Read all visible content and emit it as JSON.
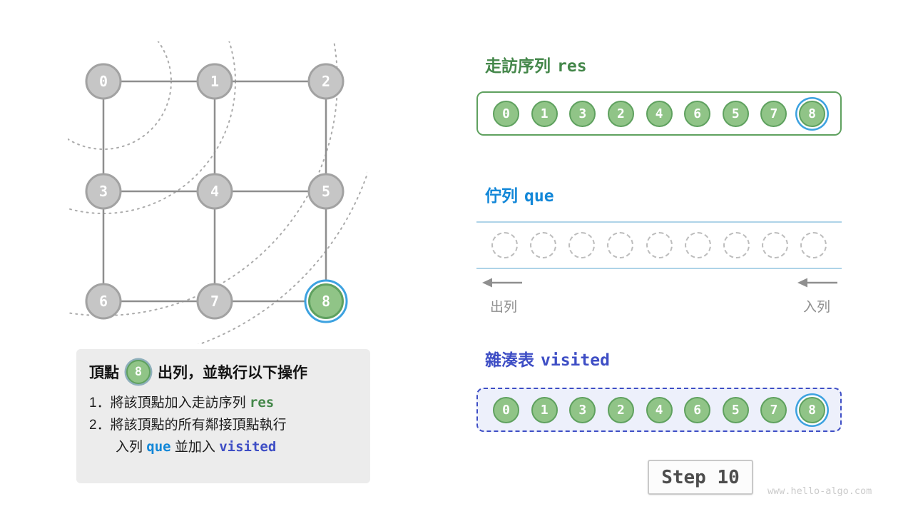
{
  "colors": {
    "node_green_fill": "#90c487",
    "node_green_stroke": "#5fa15f",
    "node_gray_fill": "#c6c6c6",
    "node_gray_stroke": "#a2a2a2",
    "highlight_ring": "#3da2e0",
    "res_green": "#44874a",
    "que_blue": "#1287d8",
    "visited_indigo": "#3e4ec5",
    "queue_line": "#aed3e8",
    "label_gray": "#8f8f8f",
    "edge_gray": "#8e8e8e",
    "arc_gray": "#ababab"
  },
  "graph": {
    "nodes": [
      {
        "id": "0",
        "row": 0,
        "col": 0,
        "state": "default"
      },
      {
        "id": "1",
        "row": 0,
        "col": 1,
        "state": "default"
      },
      {
        "id": "2",
        "row": 0,
        "col": 2,
        "state": "default"
      },
      {
        "id": "3",
        "row": 1,
        "col": 0,
        "state": "default"
      },
      {
        "id": "4",
        "row": 1,
        "col": 1,
        "state": "default"
      },
      {
        "id": "5",
        "row": 1,
        "col": 2,
        "state": "default"
      },
      {
        "id": "6",
        "row": 2,
        "col": 0,
        "state": "default"
      },
      {
        "id": "7",
        "row": 2,
        "col": 1,
        "state": "default"
      },
      {
        "id": "8",
        "row": 2,
        "col": 2,
        "state": "active"
      }
    ],
    "edges": [
      [
        "0",
        "1"
      ],
      [
        "1",
        "2"
      ],
      [
        "0",
        "3"
      ],
      [
        "1",
        "4"
      ],
      [
        "2",
        "5"
      ],
      [
        "3",
        "4"
      ],
      [
        "4",
        "5"
      ],
      [
        "3",
        "6"
      ],
      [
        "4",
        "7"
      ],
      [
        "5",
        "8"
      ],
      [
        "6",
        "7"
      ],
      [
        "7",
        "8"
      ]
    ]
  },
  "info_box": {
    "title_prefix": "頂點",
    "title_node": "8",
    "title_suffix": "出列，並執行以下操作",
    "lines": {
      "l1_label": "1．",
      "l1_text": "將該頂點加入走訪序列",
      "l1_code": "res",
      "l2_label": "2．",
      "l2_text": "將該頂點的所有鄰接頂點執行",
      "l3_pre": "入列",
      "l3_code1": "que",
      "l3_mid": "並加入",
      "l3_code2": "visited"
    }
  },
  "res_panel": {
    "title_text": "走訪序列",
    "title_code": "res",
    "values": [
      "0",
      "1",
      "3",
      "2",
      "4",
      "6",
      "5",
      "7",
      "8"
    ],
    "highlight_index": 8
  },
  "queue_panel": {
    "title_text": "佇列",
    "title_code": "que",
    "empty_slots": 9,
    "dequeue_label": "出列",
    "enqueue_label": "入列"
  },
  "visited_panel": {
    "title_text": "雜湊表",
    "title_code": "visited",
    "values": [
      "0",
      "1",
      "3",
      "2",
      "4",
      "6",
      "5",
      "7",
      "8"
    ],
    "highlight_index": 8
  },
  "step_box": {
    "label": "Step 10"
  },
  "watermark": {
    "text": "www.hello-algo.com"
  }
}
